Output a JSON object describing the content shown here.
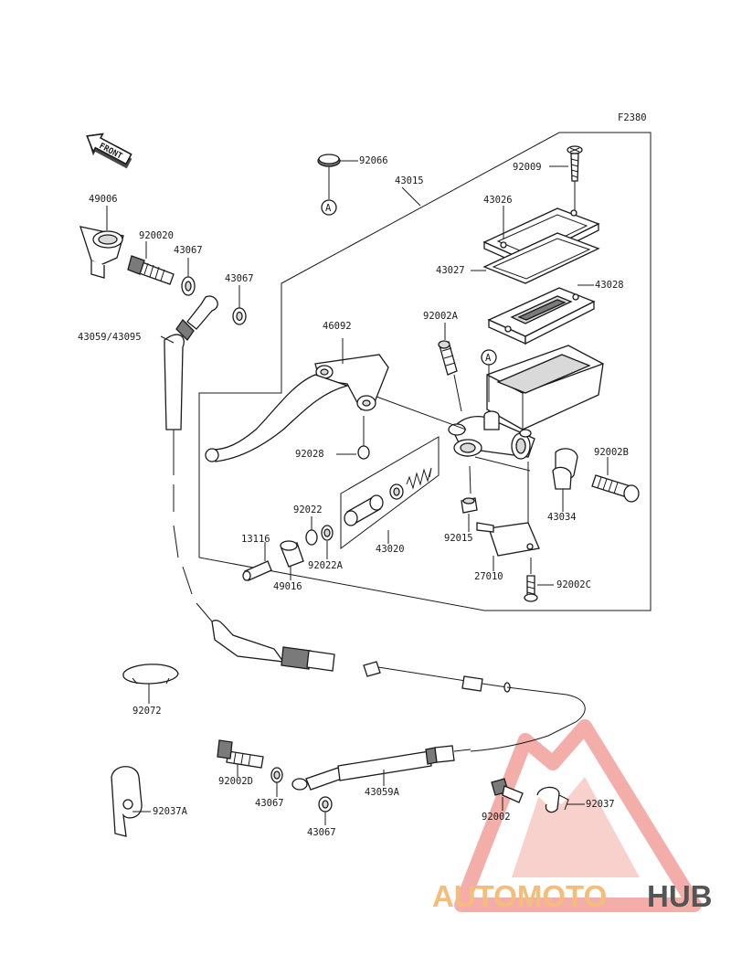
{
  "figure_code": "F2380",
  "front_label": "FRONT",
  "ref_marker": "A",
  "parts": {
    "p49006": "49006",
    "p92002O": "920020",
    "p43067a": "43067",
    "p43067b": "43067",
    "p43059": "43059/43095",
    "p92066": "92066",
    "p43015": "43015",
    "p92009": "92009",
    "p43026": "43026",
    "p43027": "43027",
    "p43028": "43028",
    "p92002A": "92002A",
    "p46092": "46092",
    "p92028": "92028",
    "p92002B": "92002B",
    "p43034": "43034",
    "p92022": "92022",
    "p13116": "13116",
    "p92022A": "92022A",
    "p43020": "43020",
    "p92015": "92015",
    "p49016": "49016",
    "p27010": "27010",
    "p92002C": "92002C",
    "p92072": "92072",
    "p92002D": "92002D",
    "p43067c": "43067",
    "p43059A": "43059A",
    "p43067d": "43067",
    "p92037A": "92037A",
    "p92002": "92002",
    "p92037": "92037"
  },
  "watermark": {
    "part1": "AUTOMOTO",
    "part2": "HUB",
    "color_main": "#f2a19c",
    "color_accent": "#f5bd7a",
    "color_dark": "#555555"
  }
}
